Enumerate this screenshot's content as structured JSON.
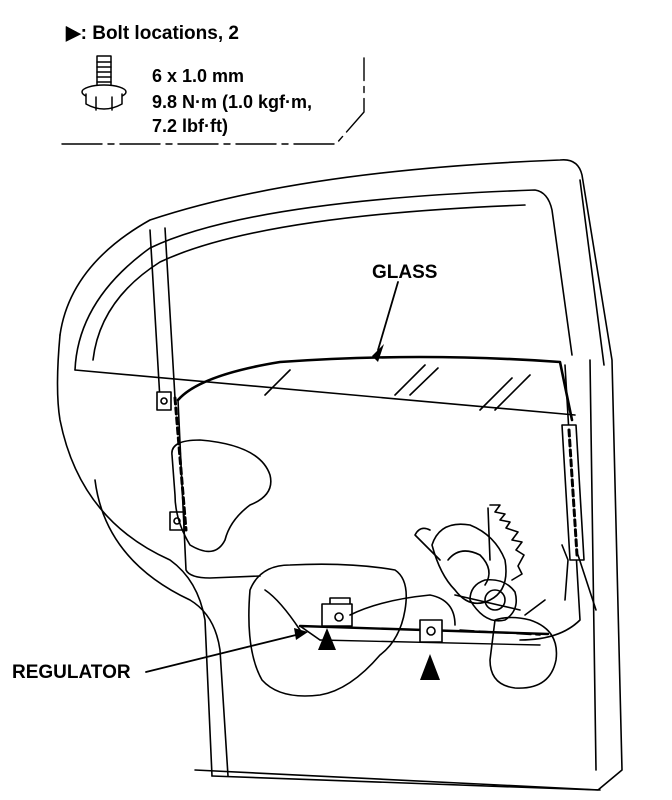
{
  "legend": {
    "bolt_marker_text": "▶: Bolt locations, 2",
    "bolt_size": "6 x 1.0 mm",
    "torque_line1": "9.8 N·m (1.0 kgf·m,",
    "torque_line2": "7.2 lbf·ft)"
  },
  "labels": {
    "glass": "GLASS",
    "regulator": "REGULATOR"
  },
  "icons": {
    "bolt": "flange-bolt-icon",
    "bolt_marker": "triangle-marker-icon"
  },
  "colors": {
    "line": "#000000",
    "background": "#ffffff"
  }
}
